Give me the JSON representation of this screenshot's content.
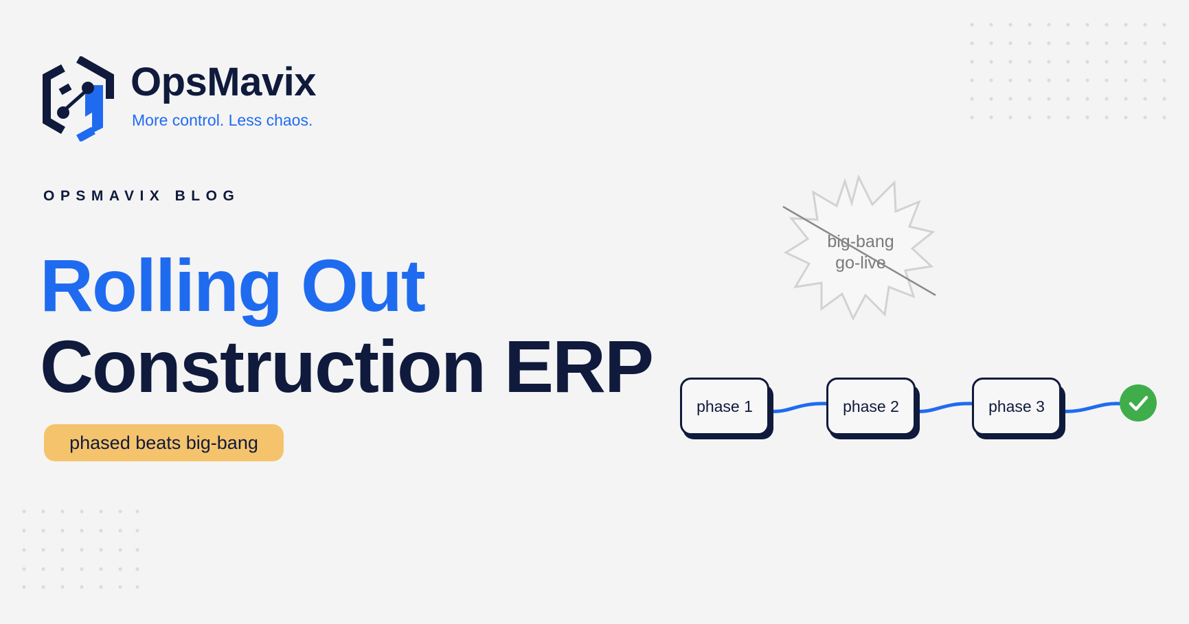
{
  "brand": {
    "name": "OpsMavix",
    "tagline": "More control. Less chaos.",
    "logo_icon": "hexagon-node-logo-icon"
  },
  "eyebrow": "OPSMAVIX BLOG",
  "headline": {
    "line1": "Rolling Out",
    "line2": "Construction ERP"
  },
  "tag": "phased beats big-bang",
  "illustration": {
    "burst": {
      "line1": "big-bang",
      "line2": "go-live",
      "icon": "starburst-icon",
      "struck_through": true
    },
    "phases": [
      {
        "label": "phase 1"
      },
      {
        "label": "phase 2"
      },
      {
        "label": "phase 3"
      }
    ],
    "final_icon": "checkmark-icon"
  },
  "colors": {
    "background": "#f4f4f4",
    "navy": "#0f1a3c",
    "blue": "#1f6bf0",
    "pill": "#f5c36b",
    "success": "#3fae4a",
    "muted": "#7a7a7a"
  }
}
